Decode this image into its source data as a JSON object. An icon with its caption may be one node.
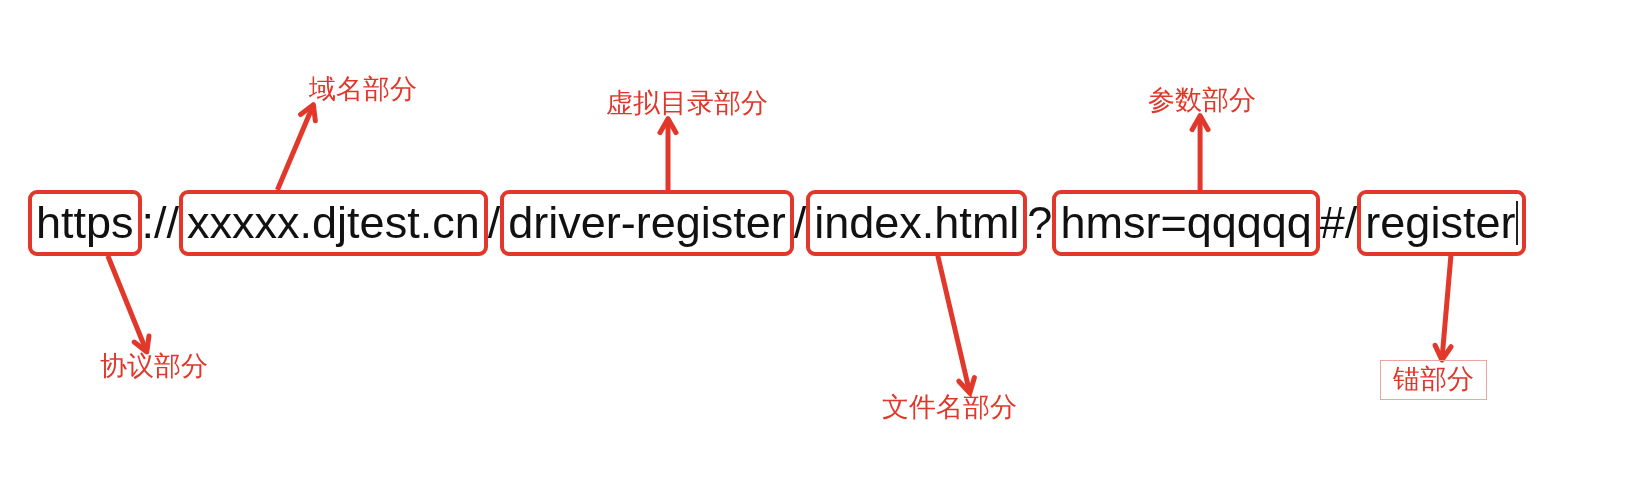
{
  "diagram": {
    "nodes": [
      {
        "text": [
          "域名部分"
        ]
      },
      {
        "text": [
          "虚拟目录部分"
        ]
      },
      {
        "text": [
          "参数部分"
        ]
      },
      {
        "text": [
          "https"
        ]
      },
      {
        "text": [
          "xxxxx.djtest.cn"
        ]
      },
      {
        "text": [
          "driver-register"
        ]
      },
      {
        "text": [
          "index.html"
        ]
      },
      {
        "text": [
          "hmsr=qqqqq"
        ]
      },
      {
        "text": [
          "register"
        ]
      },
      {
        "text": [
          "协议部分"
        ]
      },
      {
        "text": [
          "文件名部分"
        ]
      },
      {
        "text": [
          "锚部分"
        ]
      }
    ],
    "edges": [
      {
        "from": 3,
        "to": 9,
        "arrow": "to"
      },
      {
        "from": 4,
        "to": 0,
        "arrow": "to"
      },
      {
        "from": 5,
        "to": 1,
        "arrow": "to"
      },
      {
        "from": 6,
        "to": 10,
        "arrow": "to"
      },
      {
        "from": 7,
        "to": 2,
        "arrow": "to"
      },
      {
        "from": 8,
        "to": 11,
        "arrow": "to"
      }
    ],
    "labels": [
      "://",
      "/",
      "/",
      "?",
      "#/"
    ]
  }
}
